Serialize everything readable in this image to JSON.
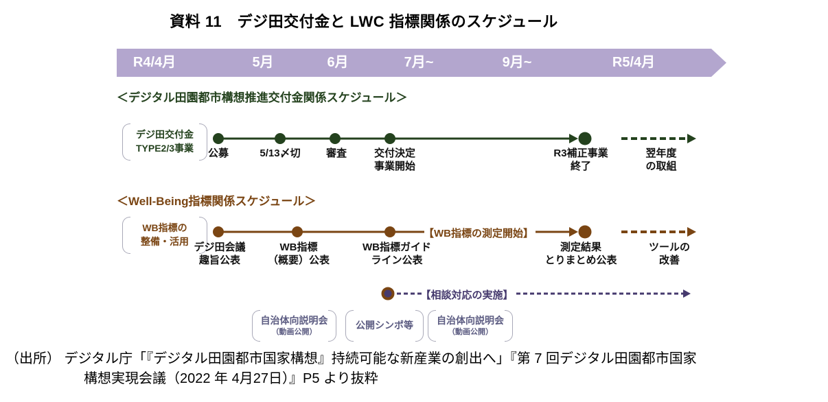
{
  "title": "資料 11　デジ田交付金と LWC 指標関係のスケジュール",
  "month_bar": {
    "months": [
      "R4/4月",
      "5月",
      "6月",
      "7月~",
      "9月~",
      "R5/4月"
    ]
  },
  "grant_section": {
    "heading": "＜デジタル田園都市構想推進交付金関係スケジュール＞",
    "track_label": {
      "line1": "デジ田交付金",
      "line2": "TYPE2/3事業"
    },
    "milestones": [
      {
        "line1": "公募",
        "line2": ""
      },
      {
        "line1": "5/13〆切",
        "line2": ""
      },
      {
        "line1": "審査",
        "line2": ""
      },
      {
        "line1": "交付決定",
        "line2": "事業開始"
      },
      {
        "line1": "R3補正事業",
        "line2": "終了"
      }
    ],
    "next_year": {
      "line1": "翌年度",
      "line2": "の取組"
    }
  },
  "wellbeing_section": {
    "heading": "＜Well-Being指標関係スケジュール＞",
    "track_label": {
      "line1": "WB指標の",
      "line2": "整備・活用"
    },
    "milestones": [
      {
        "line1": "デジ田会議",
        "line2": "趣旨公表"
      },
      {
        "line1": "WB指標",
        "line2": "（概要）公表"
      },
      {
        "line1": "WB指標ガイド",
        "line2": "ライン公表"
      },
      {
        "line1": "測定結果",
        "line2": "とりまとめ公表"
      }
    ],
    "measurement_start": "【WB指標の測定開始】",
    "tool_improvement": {
      "line1": "ツールの",
      "line2": "改善"
    }
  },
  "consultation": {
    "label": "【相談対応の実施】"
  },
  "event_boxes": [
    {
      "line1": "自治体向説明会",
      "line2": "（動画公開）"
    },
    {
      "line1": "公開シンポ等",
      "line2": ""
    },
    {
      "line1": "自治体向説明会",
      "line2": "（動画公開）"
    }
  ],
  "source": {
    "line1": "（出所） デジタル庁「『デジタル田園都市国家構想』持続可能な新産業の創出へ」『第 7 回デジタル田園都市国家",
    "line2": "構想実現会議（2022 年 4月27日）』P5 より抜粋"
  },
  "colors": {
    "bar_purple": "#b3a6ce",
    "green": "#24421e",
    "brown": "#7a4513",
    "purple": "#463a6e",
    "box_text": "#5c5c82"
  }
}
